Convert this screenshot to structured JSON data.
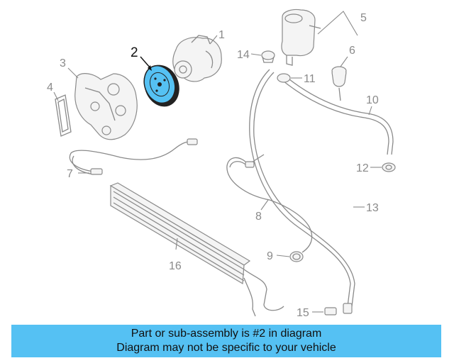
{
  "diagram": {
    "highlight_color": "#55c1f3",
    "callouts": [
      {
        "id": "1",
        "label": "1"
      },
      {
        "id": "2",
        "label": "2",
        "highlighted": true
      },
      {
        "id": "3",
        "label": "3"
      },
      {
        "id": "4",
        "label": "4"
      },
      {
        "id": "5",
        "label": "5"
      },
      {
        "id": "6",
        "label": "6"
      },
      {
        "id": "7",
        "label": "7"
      },
      {
        "id": "8",
        "label": "8"
      },
      {
        "id": "9",
        "label": "9"
      },
      {
        "id": "10",
        "label": "10"
      },
      {
        "id": "11",
        "label": "11"
      },
      {
        "id": "12",
        "label": "12"
      },
      {
        "id": "13",
        "label": "13"
      },
      {
        "id": "14",
        "label": "14"
      },
      {
        "id": "15",
        "label": "15"
      },
      {
        "id": "16",
        "label": "16"
      }
    ]
  },
  "banner": {
    "line1": "Part or sub-assembly is #2 in diagram",
    "line2": "Diagram may not be specific to your vehicle",
    "background": "#55c1f3"
  }
}
